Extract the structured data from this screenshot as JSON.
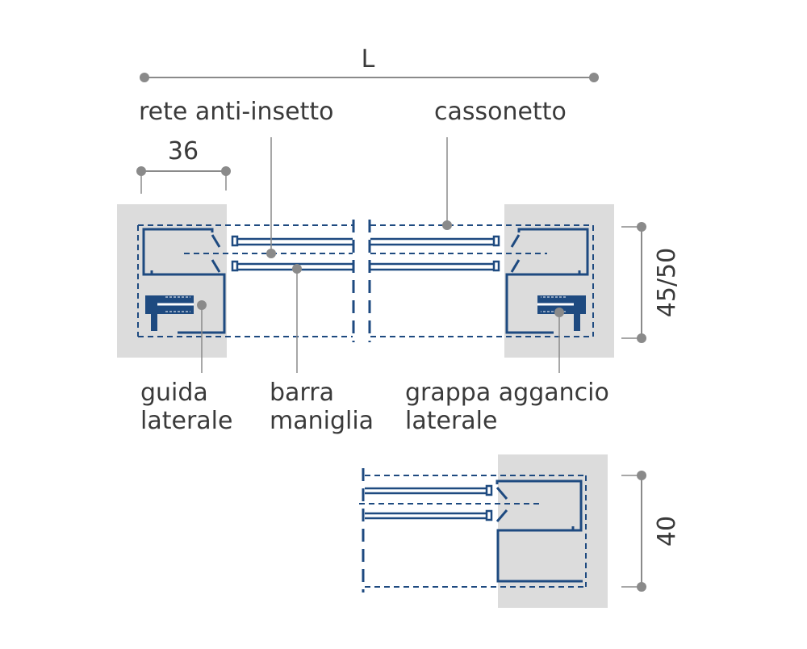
{
  "dimensions": {
    "length_label": "L",
    "guide_width_label": "36",
    "height_main_label": "45/50",
    "height_small_label": "40"
  },
  "labels": {
    "rete": "rete anti-insetto",
    "cassonetto": "cassonetto",
    "guida_line1": "guida",
    "guida_line2": "laterale",
    "barra_line1": "barra",
    "barra_line2": "maniglia",
    "grappa_line1": "grappa aggancio",
    "grappa_line2": "laterale"
  },
  "colors": {
    "profile": "#1e4a80",
    "wall": "#dcdcdc",
    "dimension": "#8a8a8a",
    "text": "#3a3a3a"
  }
}
